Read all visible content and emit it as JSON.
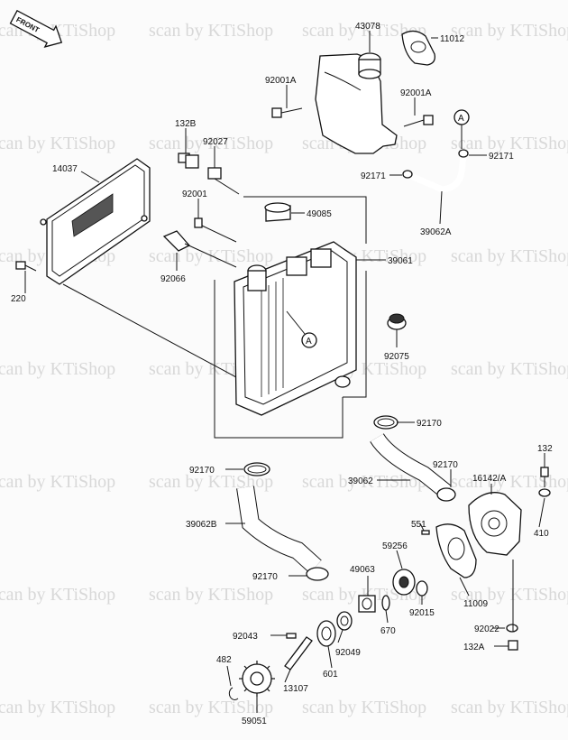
{
  "front_marker": "FRONT",
  "watermark_text": "scan by KTiShop",
  "labels": [
    {
      "key": "43078",
      "text": "43078"
    },
    {
      "key": "11012",
      "text": "11012"
    },
    {
      "key": "92001A_l",
      "text": "92001A"
    },
    {
      "key": "92001A_r",
      "text": "92001A"
    },
    {
      "key": "132B",
      "text": "132B"
    },
    {
      "key": "92027",
      "text": "92027"
    },
    {
      "key": "A_top",
      "text": "A"
    },
    {
      "key": "92171_r",
      "text": "92171"
    },
    {
      "key": "92171_l",
      "text": "92171"
    },
    {
      "key": "14037",
      "text": "14037"
    },
    {
      "key": "92001",
      "text": "92001"
    },
    {
      "key": "49085",
      "text": "49085"
    },
    {
      "key": "39062A",
      "text": "39062A"
    },
    {
      "key": "39061",
      "text": "39061"
    },
    {
      "key": "92066",
      "text": "92066"
    },
    {
      "key": "220",
      "text": "220"
    },
    {
      "key": "A_mid",
      "text": "A"
    },
    {
      "key": "92075",
      "text": "92075"
    },
    {
      "key": "92170_a",
      "text": "92170"
    },
    {
      "key": "132",
      "text": "132"
    },
    {
      "key": "92170_b",
      "text": "92170"
    },
    {
      "key": "92170_c",
      "text": "92170"
    },
    {
      "key": "16142A",
      "text": "16142/A"
    },
    {
      "key": "39062",
      "text": "39062"
    },
    {
      "key": "39062B",
      "text": "39062B"
    },
    {
      "key": "551",
      "text": "551"
    },
    {
      "key": "410",
      "text": "410"
    },
    {
      "key": "59256",
      "text": "59256"
    },
    {
      "key": "92170_d",
      "text": "92170"
    },
    {
      "key": "49063",
      "text": "49063"
    },
    {
      "key": "11009",
      "text": "11009"
    },
    {
      "key": "92015",
      "text": "92015"
    },
    {
      "key": "670",
      "text": "670"
    },
    {
      "key": "92022",
      "text": "92022"
    },
    {
      "key": "92043",
      "text": "92043"
    },
    {
      "key": "92049",
      "text": "92049"
    },
    {
      "key": "132A",
      "text": "132A"
    },
    {
      "key": "482",
      "text": "482"
    },
    {
      "key": "601",
      "text": "601"
    },
    {
      "key": "13107",
      "text": "13107"
    },
    {
      "key": "59051",
      "text": "59051"
    }
  ]
}
